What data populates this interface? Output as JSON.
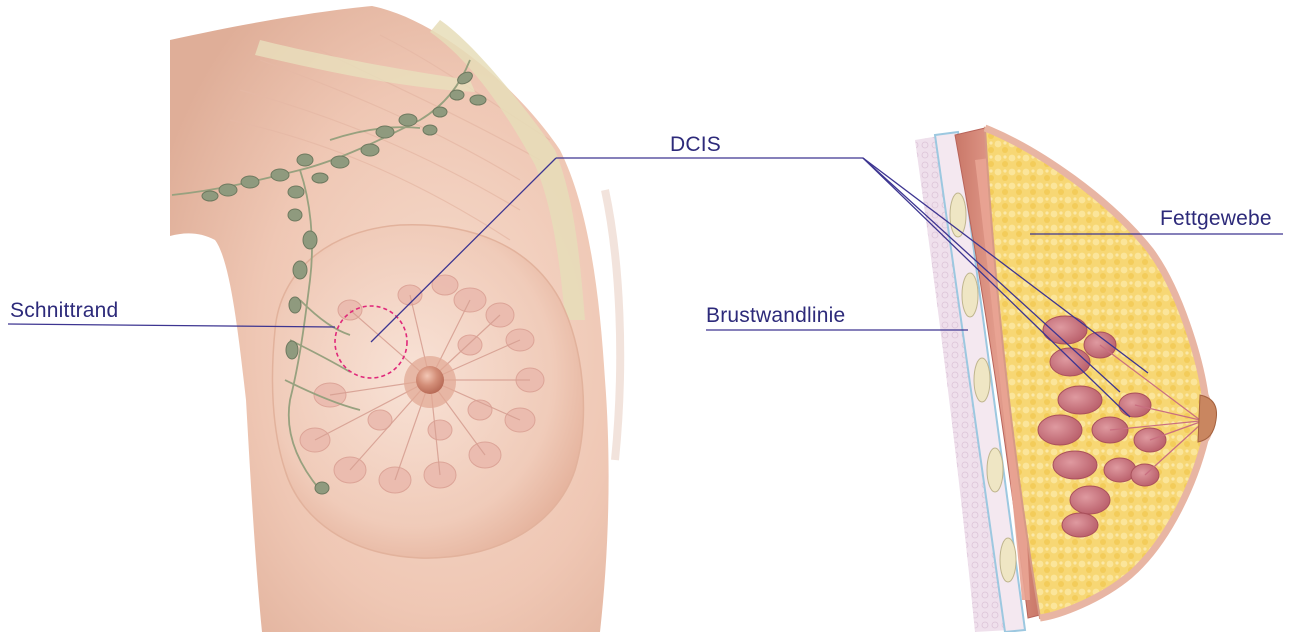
{
  "labels": {
    "schnittrand": "Schnittrand",
    "dcis": "DCIS",
    "fettgewebe": "Fettgewebe",
    "brustwandlinie": "Brustwandlinie"
  },
  "colors": {
    "label_text": "#2d2a7a",
    "leader_line": "#3d3591",
    "margin_circle": "#e0287a",
    "skin": "#f2cdbd",
    "skin_shadow": "#e5b09c",
    "lymph_node": "#8f9a7e",
    "lymph_vessel": "#98a17f",
    "fat_tissue": "#f7d774",
    "gland_lobule": "#c9707a",
    "muscle": "#d9877a",
    "chest_wall": "#e9d8e6"
  },
  "icons": {
    "left_figure": "breast-front-view-illustration",
    "right_figure": "breast-cross-section-illustration"
  }
}
